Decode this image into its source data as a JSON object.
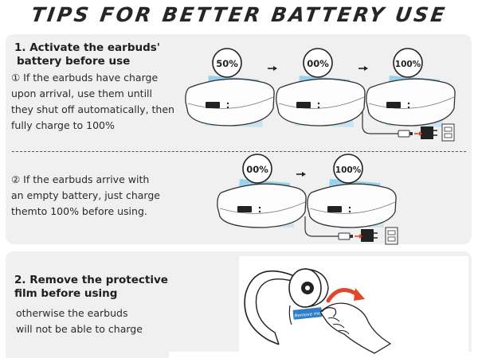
{
  "title": "TIPS FOR BETTER BATTERY USE",
  "section1": {
    "heading_line1": "1. Activate the earbuds'",
    "heading_line2": "battery before use",
    "step1_lines": [
      "① If the earbuds have charge",
      "upon arrival, use them untill",
      "they shut off automatically, then",
      "fully charge to 100%"
    ],
    "step2_lines": [
      "② If the earbuds arrive with",
      "an empty battery, just charge",
      "themto 100% before using."
    ],
    "row1_levels": [
      "50%",
      "00%",
      "100%"
    ],
    "row2_levels": [
      "00%",
      "100%"
    ]
  },
  "section2": {
    "heading_line1": "2. Remove the protective",
    "heading_line2": "film before using",
    "body_lines": [
      "otherwise the earbuds",
      "will not be able to charge"
    ],
    "film_label": "Remove me"
  },
  "colors": {
    "panel_bg": "#f0f0f0",
    "light_beam": "#8fd0ee",
    "arrow_red": "#e0482c"
  }
}
